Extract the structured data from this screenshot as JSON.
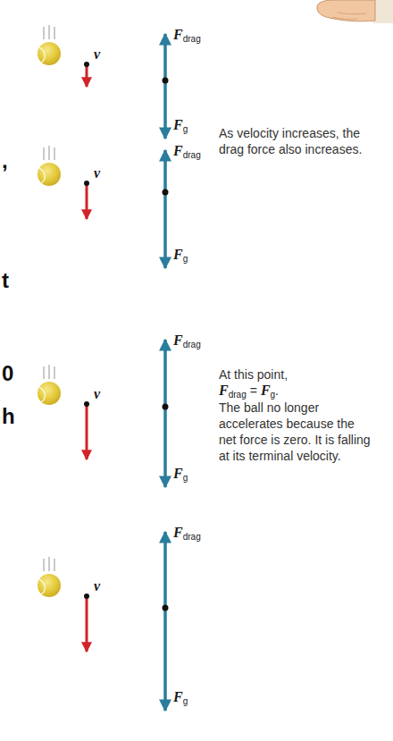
{
  "diagram": {
    "labels": [
      "F",
      "drag",
      "v",
      "F",
      "g",
      "F",
      "drag",
      "As velocity increases, the drag force also increases.",
      ",",
      "v",
      "F",
      "g",
      "t",
      "F",
      "drag",
      "0",
      "At this point,",
      "F",
      "drag",
      "=",
      "F",
      "g",
      ".",
      "The ball no longer accelerates because the net force is zero. It is falling at its terminal velocity.",
      "h",
      "v",
      "F",
      "g",
      "F",
      "drag",
      "v",
      "F",
      "g"
    ]
  }
}
